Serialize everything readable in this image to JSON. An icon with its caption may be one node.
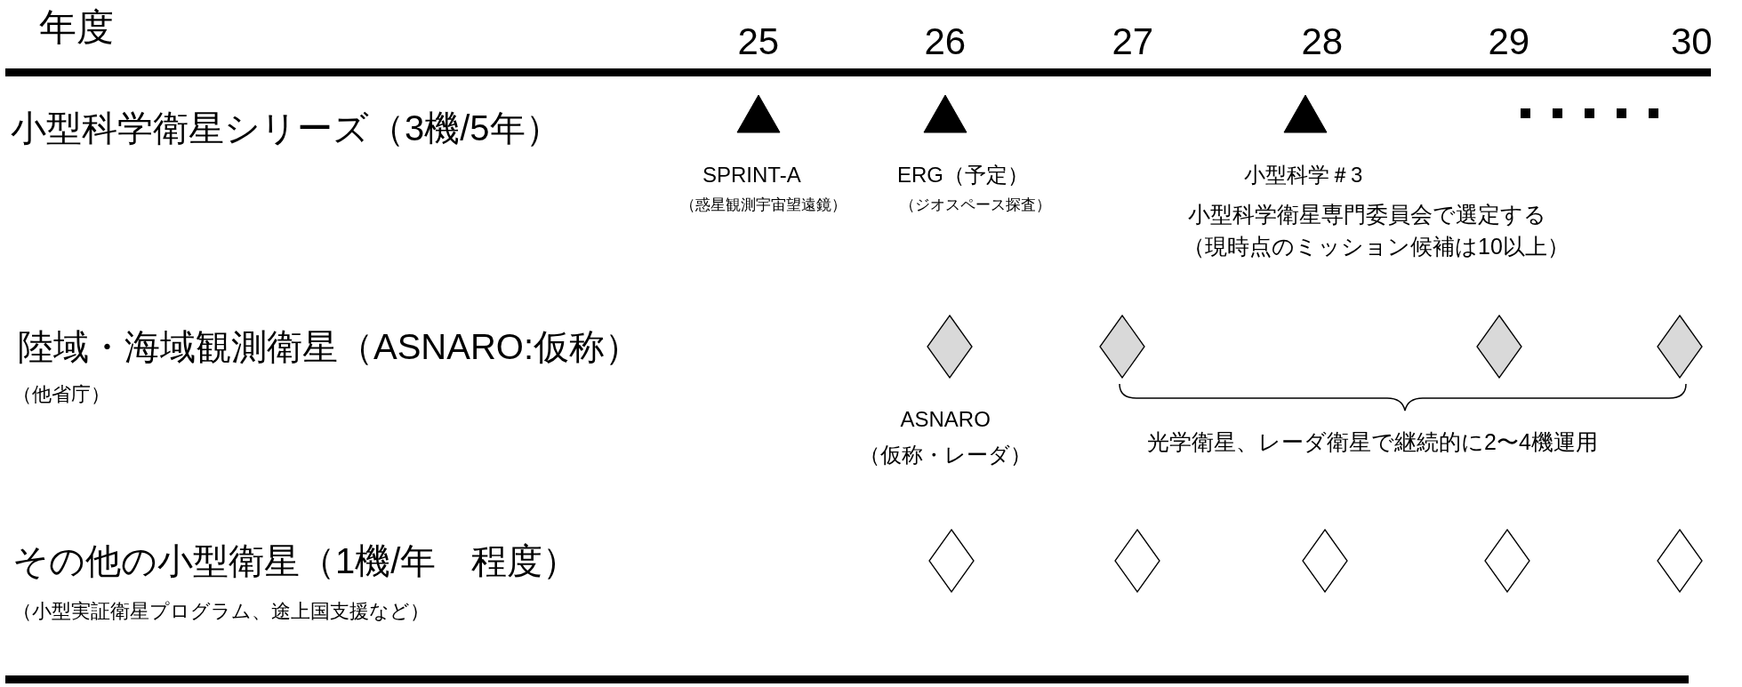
{
  "diagram": {
    "nodes": [
      {
        "text": [],
        "shape": "triangle",
        "beside": [
          "SPRINT-A",
          "（惑星観測宇宙望遠鏡）"
        ]
      },
      {
        "text": [],
        "shape": "triangle",
        "beside": [
          "ERG（予定）",
          "（ジオスペース探査）"
        ]
      },
      {
        "text": [],
        "shape": "triangle",
        "beside": [
          "小型科学＃3"
        ]
      },
      {
        "text": [],
        "shape": "diamond",
        "beside": [
          "ASNARO",
          "（仮称・レーダ）"
        ]
      },
      {
        "text": [],
        "shape": "diamond"
      },
      {
        "text": [],
        "shape": "diamond"
      },
      {
        "text": [],
        "shape": "diamond"
      },
      {
        "text": [],
        "shape": "diamond"
      },
      {
        "text": [],
        "shape": "diamond"
      },
      {
        "text": [],
        "shape": "diamond"
      },
      {
        "text": [],
        "shape": "diamond"
      },
      {
        "text": [],
        "shape": "diamond"
      }
    ],
    "edges": [],
    "labels": [
      "年度",
      "25",
      "26",
      "27",
      "28",
      "29",
      "30",
      "小型科学衛星シリーズ（3機/5年）",
      "小型科学衛星専門委員会で選定する",
      "（現時点のミッション候補は10以上）",
      "陸域・海域観測衛星（ASNARO:仮称）",
      "（他省庁）",
      "光学衛星、レーダ衛星で継続的に2〜4機運用",
      "その他の小型衛星（1機/年　程度）",
      "（小型実証衛星プログラム、途上国支援など）"
    ]
  }
}
